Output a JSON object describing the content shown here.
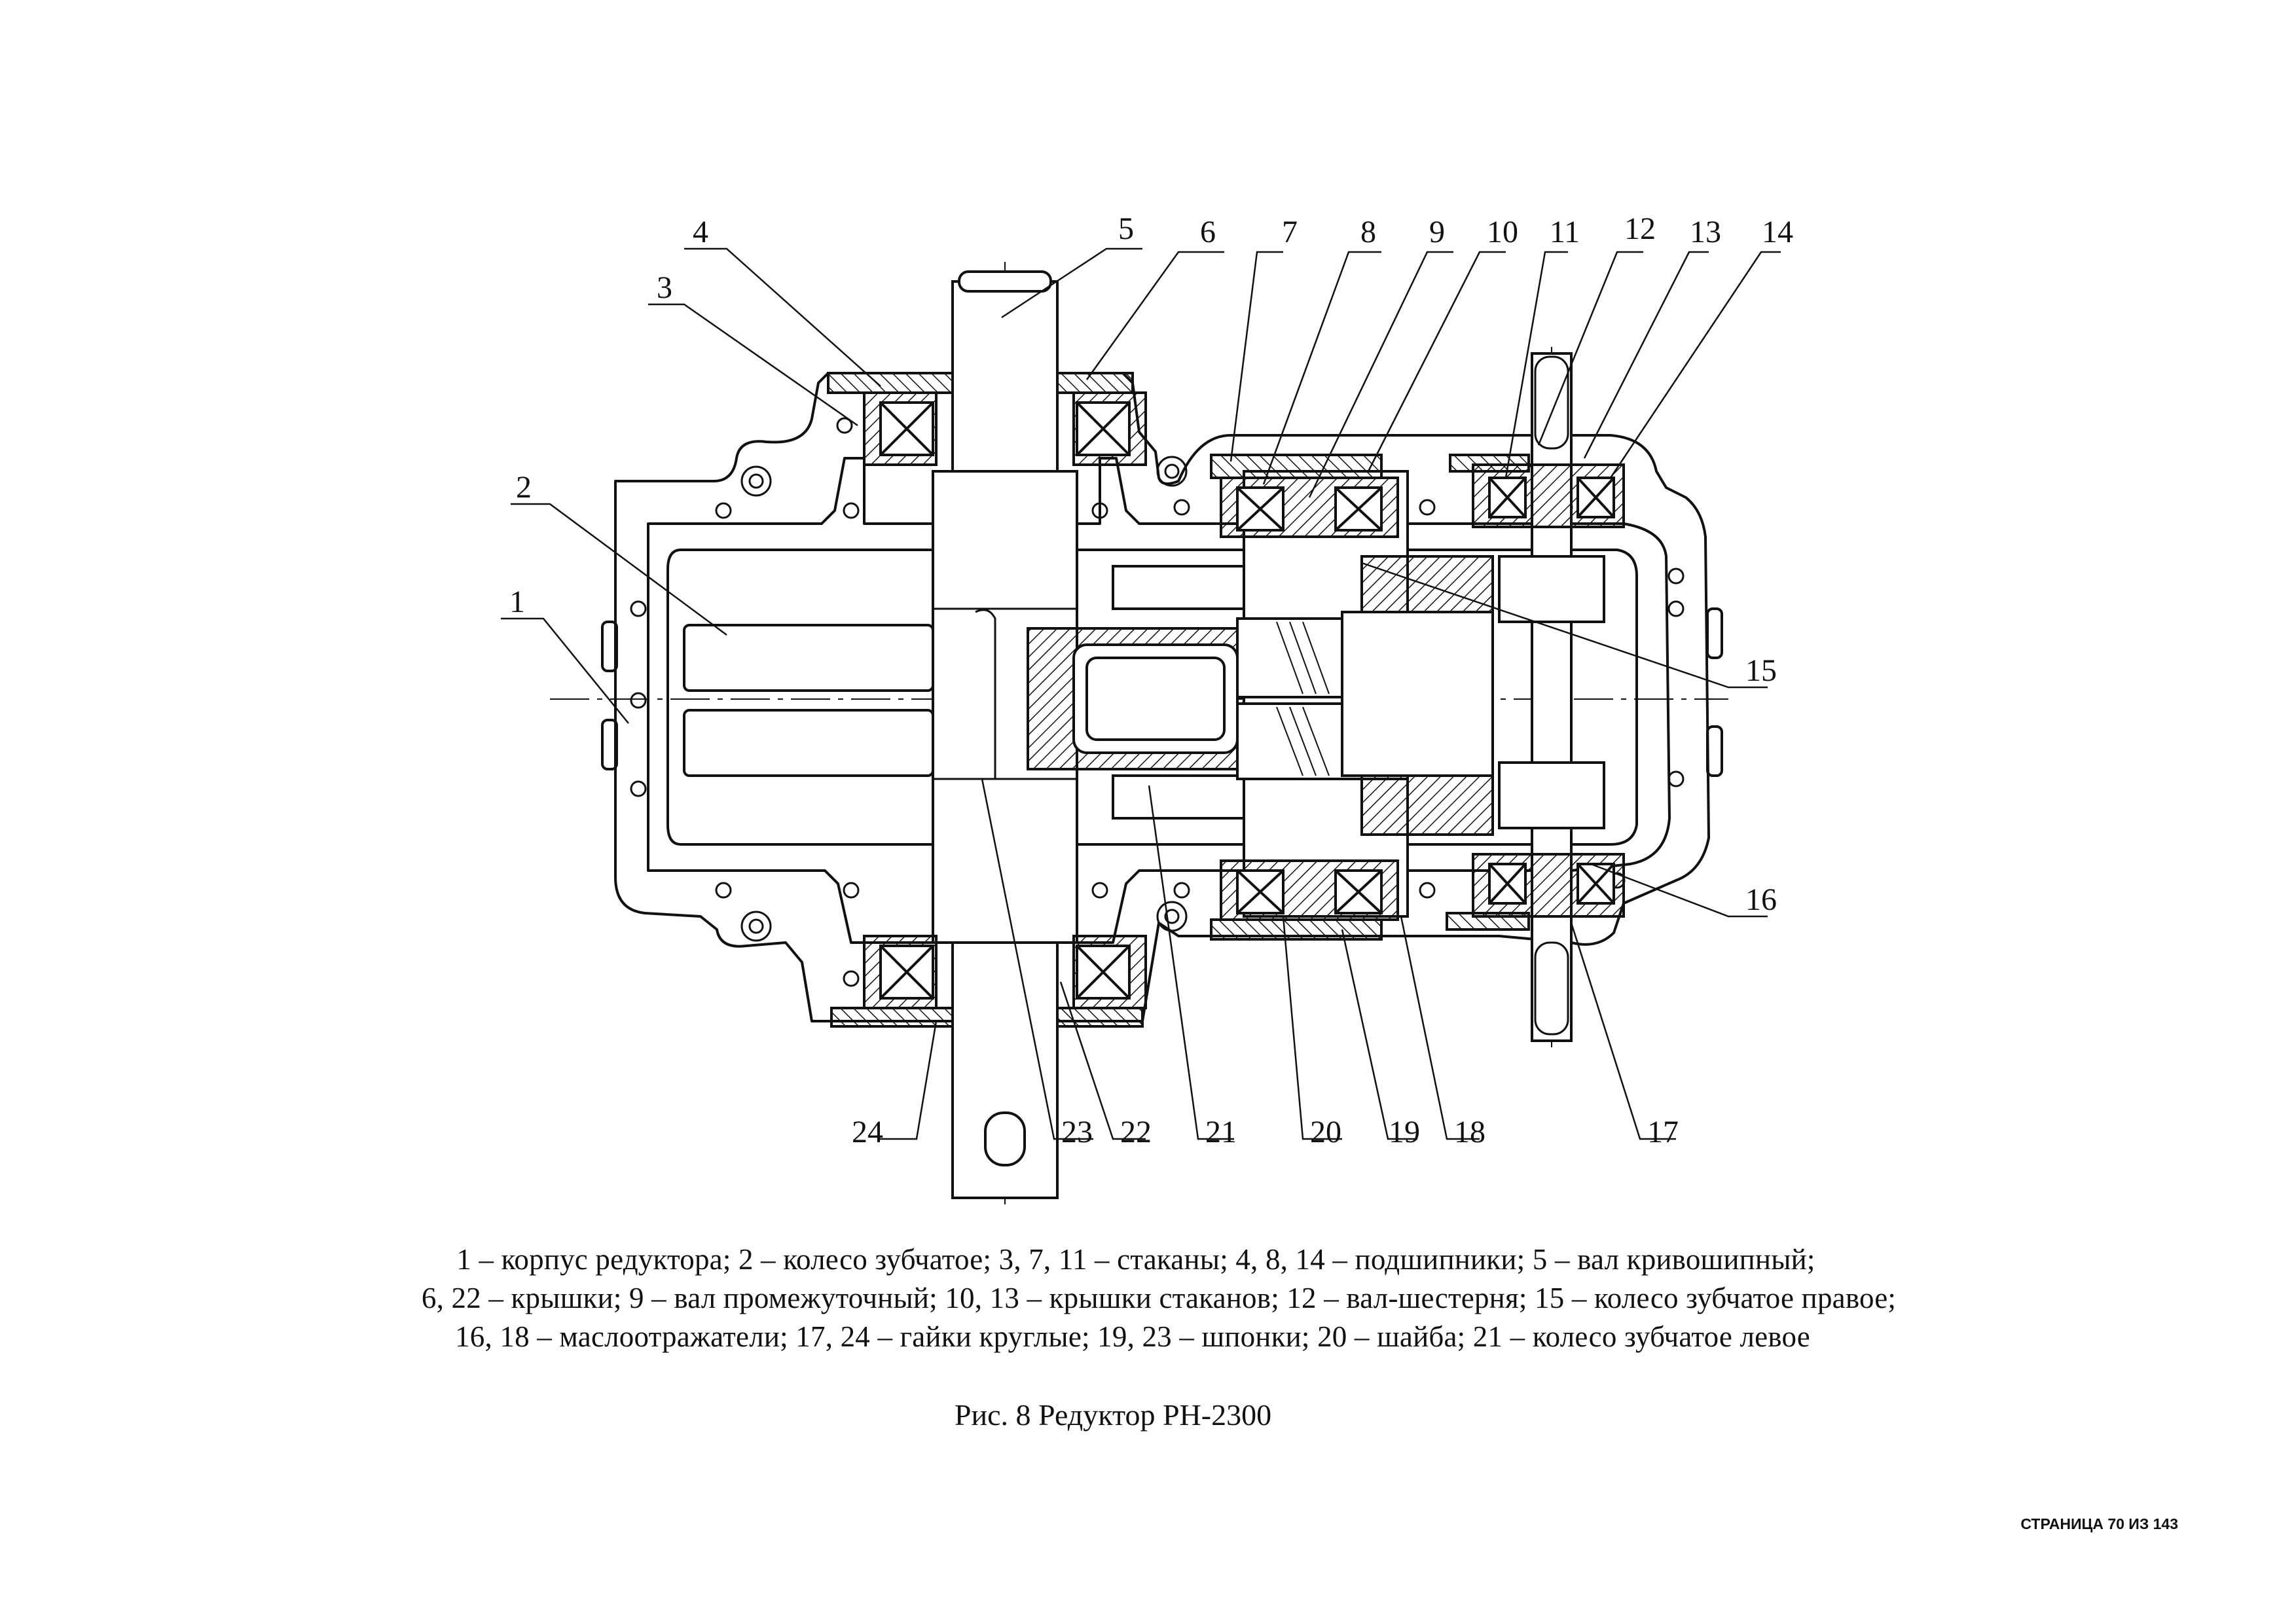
{
  "figure": {
    "callouts": [
      "1",
      "2",
      "3",
      "4",
      "5",
      "6",
      "7",
      "8",
      "9",
      "10",
      "11",
      "12",
      "13",
      "14",
      "15",
      "16",
      "17",
      "18",
      "19",
      "20",
      "21",
      "22",
      "23",
      "24"
    ]
  },
  "legend": {
    "line1": "1 – корпус редуктора; 2 – колесо зубчатое; 3, 7, 11 – стаканы; 4, 8, 14 – подшипники; 5 – вал кривошипный;",
    "line2": "6, 22 – крышки; 9 – вал промежуточный; 10, 13 – крышки стаканов; 12 – вал-шестерня; 15 – колесо зубчатое правое;",
    "line3": "16, 18 – маслоотражатели; 17, 24 – гайки круглые; 19, 23  –  шпонки; 20 – шайба; 21 – колесо зубчатое левое"
  },
  "caption": "Рис. 8  Редуктор РН-2300",
  "page_number": "СТРАНИЦА 70 ИЗ 143"
}
